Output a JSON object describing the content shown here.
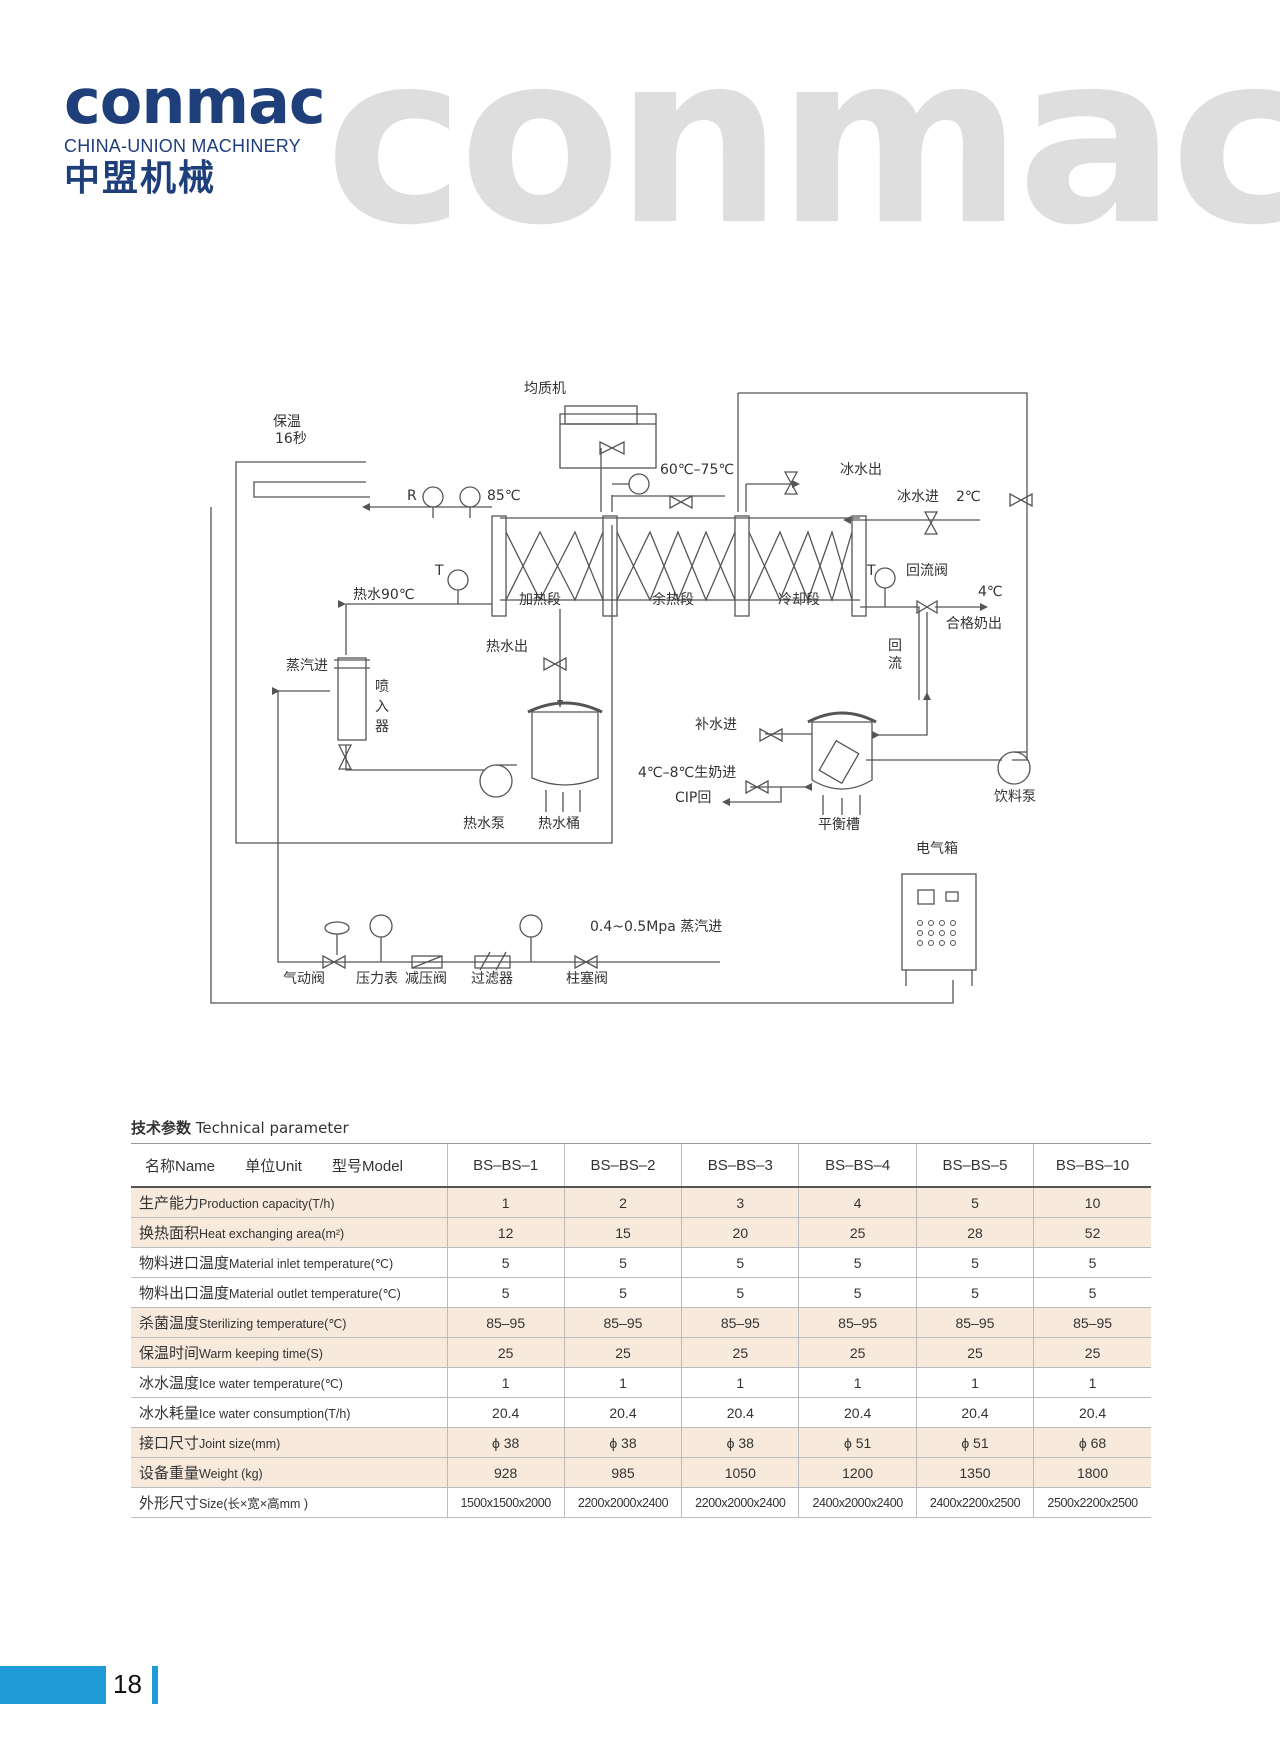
{
  "header": {
    "watermark": "CONMAC",
    "logo_text": "CONMAC",
    "logo_en": "CHINA-UNION MACHINERY",
    "logo_cn": "中盟机械"
  },
  "diagram": {
    "labels": {
      "homogenizer": "均质机",
      "hold_time_1": "保温",
      "hold_time_2": "16秒",
      "r_mark": "R",
      "temp_85": "85℃",
      "temp_60_75": "60℃–75℃",
      "ice_water_out": "冰水出",
      "ice_water_in": "冰水进",
      "temp_2": "2℃",
      "t_mark_left": "T",
      "t_mark_right": "T",
      "hot_water_90": "热水90℃",
      "heating_section": "加热段",
      "regen_section": "余热段",
      "cooling_section": "冷却段",
      "return_valve": "回流阀",
      "temp_4": "4℃",
      "qualified_milk_out": "合格奶出",
      "steam_in": "蒸汽进",
      "hot_water_out": "热水出",
      "injector_1": "喷",
      "injector_2": "入",
      "injector_3": "器",
      "reflux_1": "回",
      "reflux_2": "流",
      "makeup_water_in": "补水进",
      "raw_milk_in": "4℃–8℃生奶进",
      "cip_return": "CIP回",
      "hot_water_pump": "热水泵",
      "hot_water_tank": "热水桶",
      "balance_tank": "平衡槽",
      "feed_pump": "饮料泵",
      "electric_box": "电气箱",
      "steam_supply": "0.4~0.5Mpa 蒸汽进",
      "pneumatic_valve": "气动阀",
      "pressure_gauge": "压力表",
      "reducing_valve": "减压阀",
      "filter": "过滤器",
      "plunger_valve": "柱塞阀"
    }
  },
  "table": {
    "title_cn": "技术参数",
    "title_en": "Technical parameter",
    "head": {
      "name": "名称Name",
      "unit": "单位Unit",
      "model": "型号Model",
      "models": [
        "BS–BS–1",
        "BS–BS–2",
        "BS–BS–3",
        "BS–BS–4",
        "BS–BS–5",
        "BS–BS–10"
      ]
    },
    "rows": [
      {
        "cn": "生产能力",
        "en": "Production capacity(T/h)",
        "values": [
          "1",
          "2",
          "3",
          "4",
          "5",
          "10"
        ],
        "shade": true
      },
      {
        "cn": "换热面积",
        "en": "Heat exchanging area(m²)",
        "values": [
          "12",
          "15",
          "20",
          "25",
          "28",
          "52"
        ],
        "shade": true
      },
      {
        "cn": "物料进口温度",
        "en": "Material inlet temperature(℃)",
        "values": [
          "5",
          "5",
          "5",
          "5",
          "5",
          "5"
        ],
        "shade": false
      },
      {
        "cn": "物料出口温度",
        "en": "Material outlet temperature(℃)",
        "values": [
          "5",
          "5",
          "5",
          "5",
          "5",
          "5"
        ],
        "shade": false
      },
      {
        "cn": "杀菌温度",
        "en": "Sterilizing temperature(℃)",
        "values": [
          "85–95",
          "85–95",
          "85–95",
          "85–95",
          "85–95",
          "85–95"
        ],
        "shade": true
      },
      {
        "cn": "保温时间",
        "en": "Warm keeping time(S)",
        "values": [
          "25",
          "25",
          "25",
          "25",
          "25",
          "25"
        ],
        "shade": true
      },
      {
        "cn": "冰水温度",
        "en": "Ice water temperature(℃)",
        "values": [
          "1",
          "1",
          "1",
          "1",
          "1",
          "1"
        ],
        "shade": false
      },
      {
        "cn": "冰水耗量",
        "en": "Ice water consumption(T/h)",
        "values": [
          "20.4",
          "20.4",
          "20.4",
          "20.4",
          "20.4",
          "20.4"
        ],
        "shade": false
      },
      {
        "cn": "接口尺寸",
        "en": "Joint  size(mm)",
        "values": [
          "ϕ 38",
          "ϕ 38",
          "ϕ 38",
          "ϕ 51",
          "ϕ 51",
          "ϕ 68"
        ],
        "shade": true
      },
      {
        "cn": "设备重量",
        "en": "Weight (kg)",
        "values": [
          "928",
          "985",
          "1050",
          "1200",
          "1350",
          "1800"
        ],
        "shade": true
      },
      {
        "cn": "外形尺寸",
        "en": "Size(长×宽×高mm )",
        "values": [
          "1500x1500x2000",
          "2200x2000x2400",
          "2200x2000x2400",
          "2400x2000x2400",
          "2400x2200x2500",
          "2500x2200x2500"
        ],
        "shade": false
      }
    ]
  },
  "footer": {
    "page_number": "18"
  }
}
